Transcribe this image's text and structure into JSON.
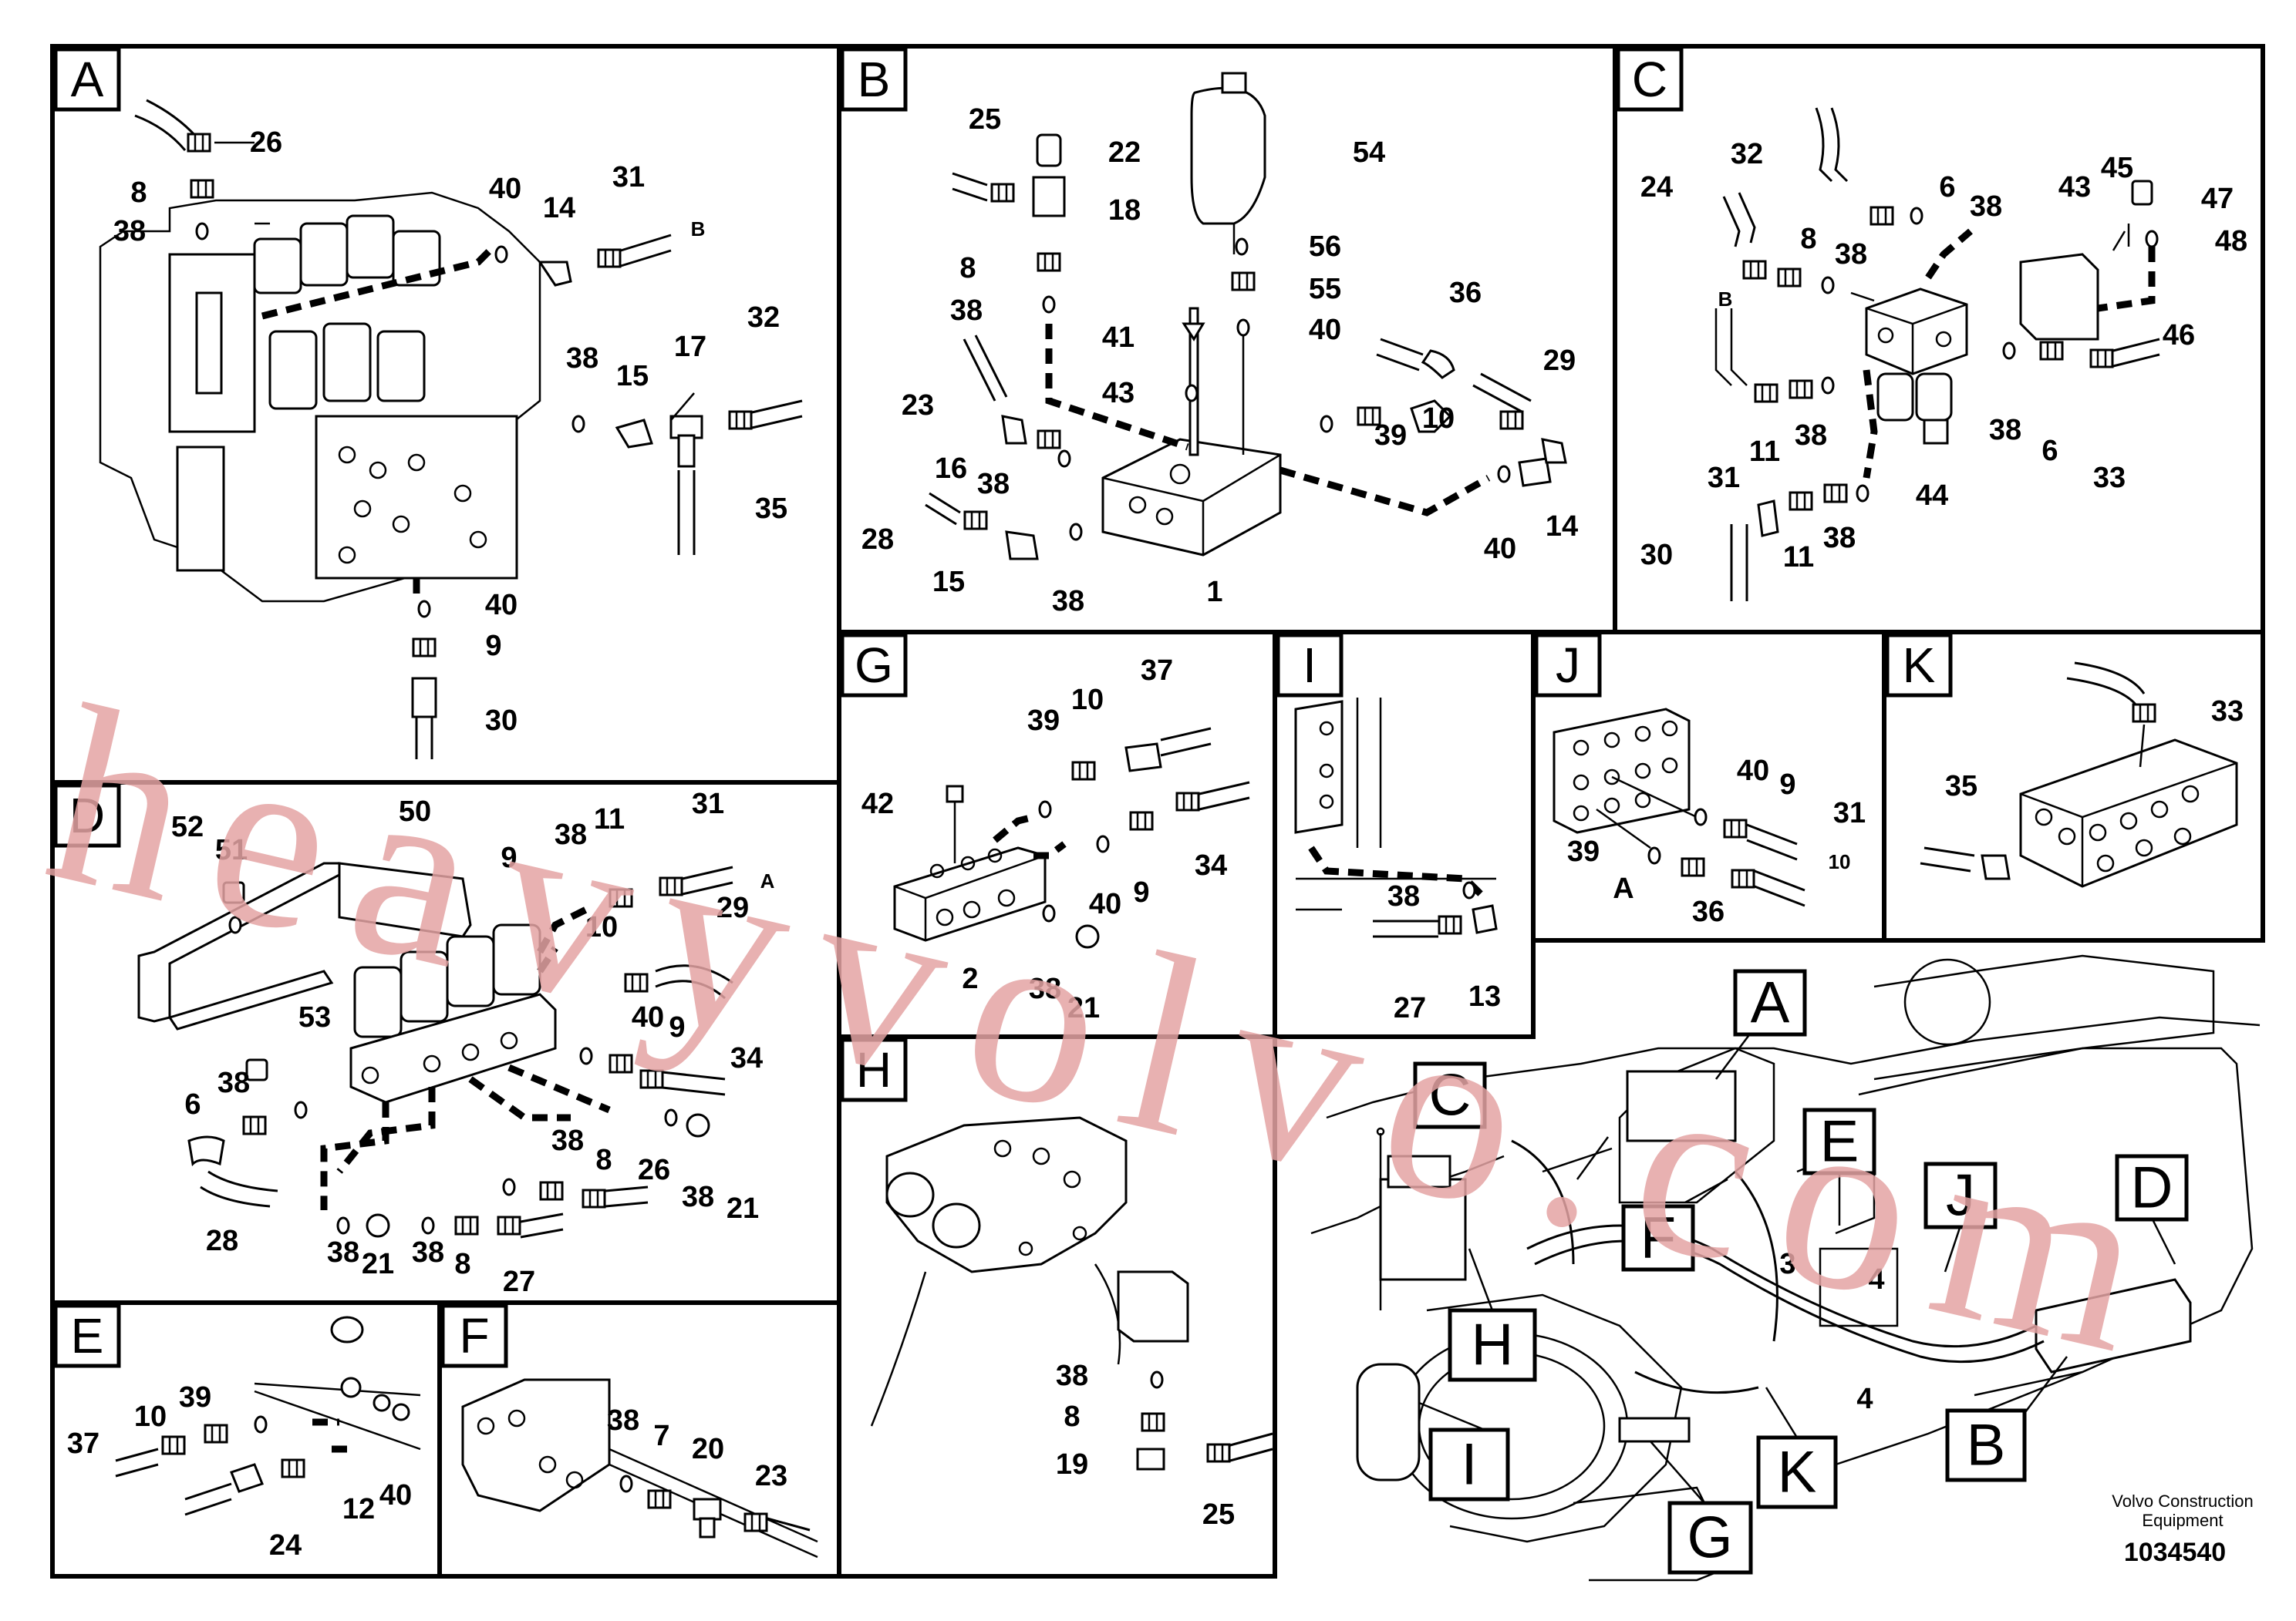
{
  "panels": {
    "A": {
      "tag": "A",
      "labels": [
        "26",
        "8",
        "38",
        "40",
        "14",
        "31",
        "B",
        "38",
        "15",
        "17",
        "32",
        "35",
        "40",
        "9",
        "30"
      ]
    },
    "B": {
      "tag": "B",
      "labels": [
        "25",
        "22",
        "18",
        "54",
        "56",
        "55",
        "40",
        "36",
        "8",
        "38",
        "41",
        "43",
        "23",
        "39",
        "10",
        "29",
        "16",
        "38",
        "28",
        "15",
        "38",
        "1",
        "40",
        "14"
      ]
    },
    "C": {
      "tag": "C",
      "labels": [
        "32",
        "43",
        "45",
        "47",
        "24",
        "6",
        "38",
        "48",
        "8",
        "38",
        "46",
        "B",
        "11",
        "38",
        "38",
        "6",
        "33",
        "31",
        "11",
        "38",
        "44",
        "30",
        "11",
        "38"
      ]
    },
    "D": {
      "tag": "D",
      "labels": [
        "52",
        "51",
        "50",
        "9",
        "38",
        "11",
        "31",
        "A",
        "10",
        "29",
        "53",
        "40",
        "9",
        "34",
        "38",
        "6",
        "38",
        "8",
        "26",
        "28",
        "38",
        "21",
        "38",
        "8",
        "27",
        "38",
        "21"
      ]
    },
    "E": {
      "tag": "E",
      "labels": [
        "37",
        "10",
        "39",
        "40",
        "12",
        "24"
      ]
    },
    "F": {
      "tag": "F",
      "labels": [
        "38",
        "7",
        "20",
        "23"
      ]
    },
    "G": {
      "tag": "G",
      "labels": [
        "37",
        "39",
        "10",
        "42",
        "34",
        "40",
        "9",
        "2",
        "38",
        "21"
      ]
    },
    "H": {
      "tag": "H",
      "labels": [
        "38",
        "8",
        "19",
        "25"
      ]
    },
    "I": {
      "tag": "I",
      "labels": [
        "38",
        "27",
        "13"
      ]
    },
    "J": {
      "tag": "J",
      "labels": [
        "40",
        "9",
        "31",
        "39",
        "10",
        "A",
        "36"
      ]
    },
    "K": {
      "tag": "K",
      "labels": [
        "33",
        "35"
      ]
    },
    "overview": {
      "tags": [
        "A",
        "C",
        "E",
        "F",
        "J",
        "D",
        "H",
        "B",
        "I",
        "G",
        "K"
      ],
      "numbers": [
        "3",
        "4",
        "4"
      ]
    }
  },
  "footer": {
    "company": "Volvo Construction",
    "company2": "Equipment",
    "docnum": "1034540"
  },
  "watermark": "heavyvolvo.com"
}
